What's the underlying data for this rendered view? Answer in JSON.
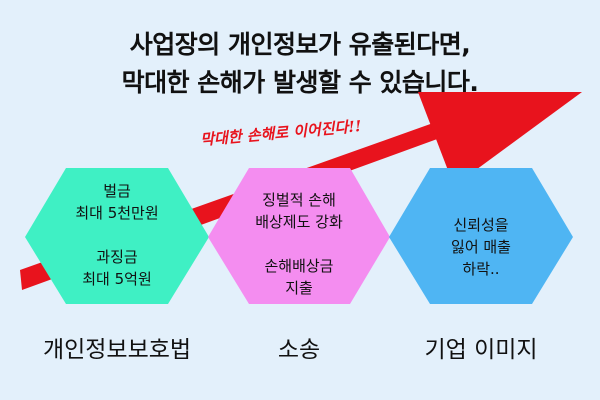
{
  "headline": {
    "line1": "사업장의 개인정보가 유출된다면,",
    "line2": "막대한 손해가 발생할 수 있습니다."
  },
  "callout": "막대한 손해로 이어진다!!",
  "colors": {
    "background": "#e3f0fb",
    "arrow": "#e8131d",
    "hex_law": "#3ff0c4",
    "hex_lawsuit": "#f48df0",
    "hex_image": "#4fb5f3"
  },
  "items": [
    {
      "label": "개인정보보호법",
      "block1": [
        "벌금",
        "최대 5천만원"
      ],
      "block2": [
        "과징금",
        "최대 5억원"
      ]
    },
    {
      "label": "소송",
      "block1": [
        "징벌적 손해",
        "배상제도 강화"
      ],
      "block2": [
        "손해배상금",
        "지출"
      ]
    },
    {
      "label": "기업 이미지",
      "block1": [
        "신뢰성을",
        "잃어 매출",
        "하락.."
      ],
      "block2": []
    }
  ]
}
